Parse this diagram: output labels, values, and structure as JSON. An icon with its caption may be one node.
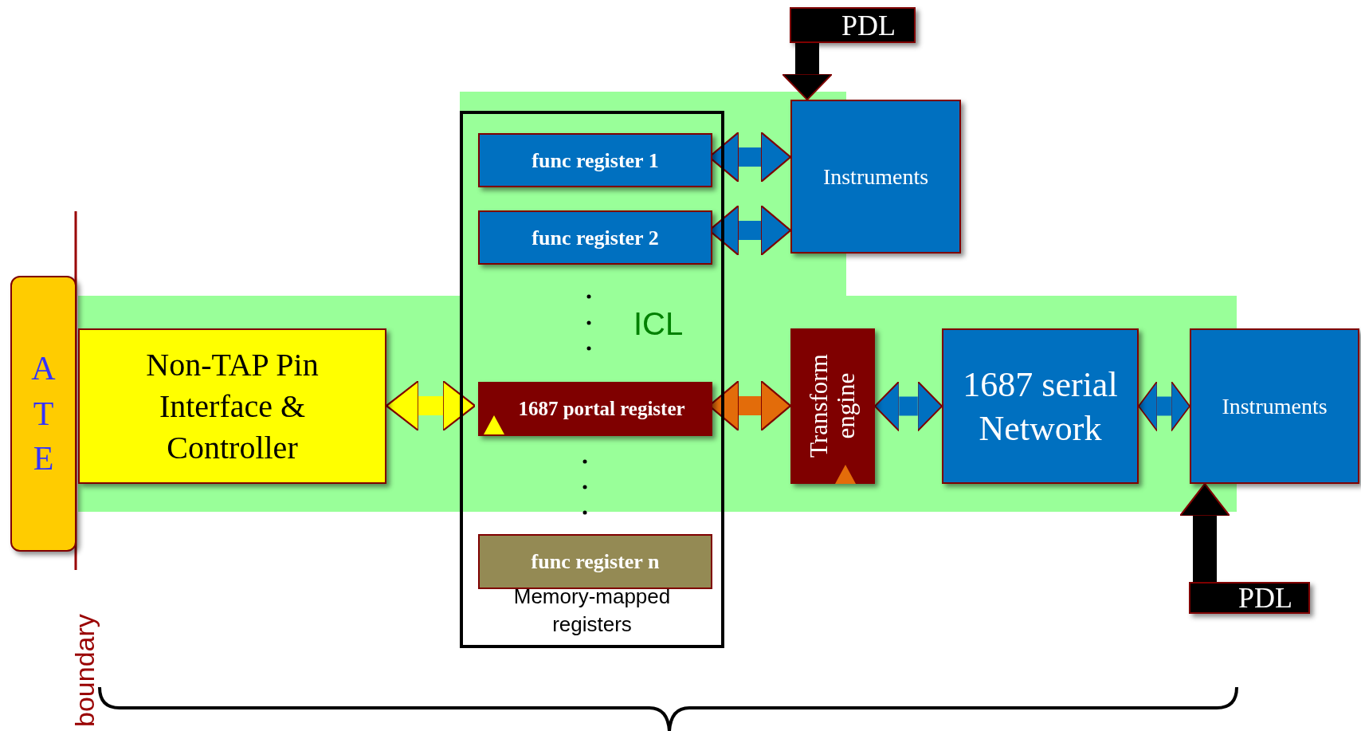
{
  "diagram": {
    "nodes": [
      {
        "text": [
          "ATE"
        ]
      },
      {
        "text": [
          "Non-TAP Pin Interface & Controller"
        ]
      },
      {
        "text": [
          "Memory-mapped registers"
        ]
      },
      {
        "text": [
          "func register 1"
        ],
        "in": 2
      },
      {
        "text": [
          "func register 2"
        ],
        "in": 2
      },
      {
        "text": [
          "1687 portal register"
        ],
        "in": 2
      },
      {
        "text": [
          "func register n"
        ],
        "in": 2
      },
      {
        "text": [
          "Instruments"
        ]
      },
      {
        "text": [
          "PDL"
        ]
      },
      {
        "text": [
          "Transform engine"
        ]
      },
      {
        "text": [
          "1687 serial Network"
        ]
      },
      {
        "text": [
          "Instruments"
        ]
      },
      {
        "text": [
          "PDL"
        ]
      }
    ],
    "edges": [
      {
        "from": 1,
        "to": 5,
        "arrow": "both",
        "color": "#ffff00"
      },
      {
        "from": 3,
        "to": 7,
        "arrow": "both"
      },
      {
        "from": 4,
        "to": 7,
        "arrow": "both"
      },
      {
        "from": 5,
        "to": 9,
        "arrow": "both",
        "color": "#e36c0a"
      },
      {
        "from": 9,
        "to": 10,
        "arrow": "both"
      },
      {
        "from": 10,
        "to": 11,
        "arrow": "both"
      },
      {
        "from": 8,
        "to": 7,
        "arrow": "to",
        "color": "#000000"
      },
      {
        "from": 12,
        "to": 11,
        "arrow": "to",
        "color": "#000000"
      }
    ],
    "labels": [
      "ICL",
      "boundary"
    ]
  }
}
